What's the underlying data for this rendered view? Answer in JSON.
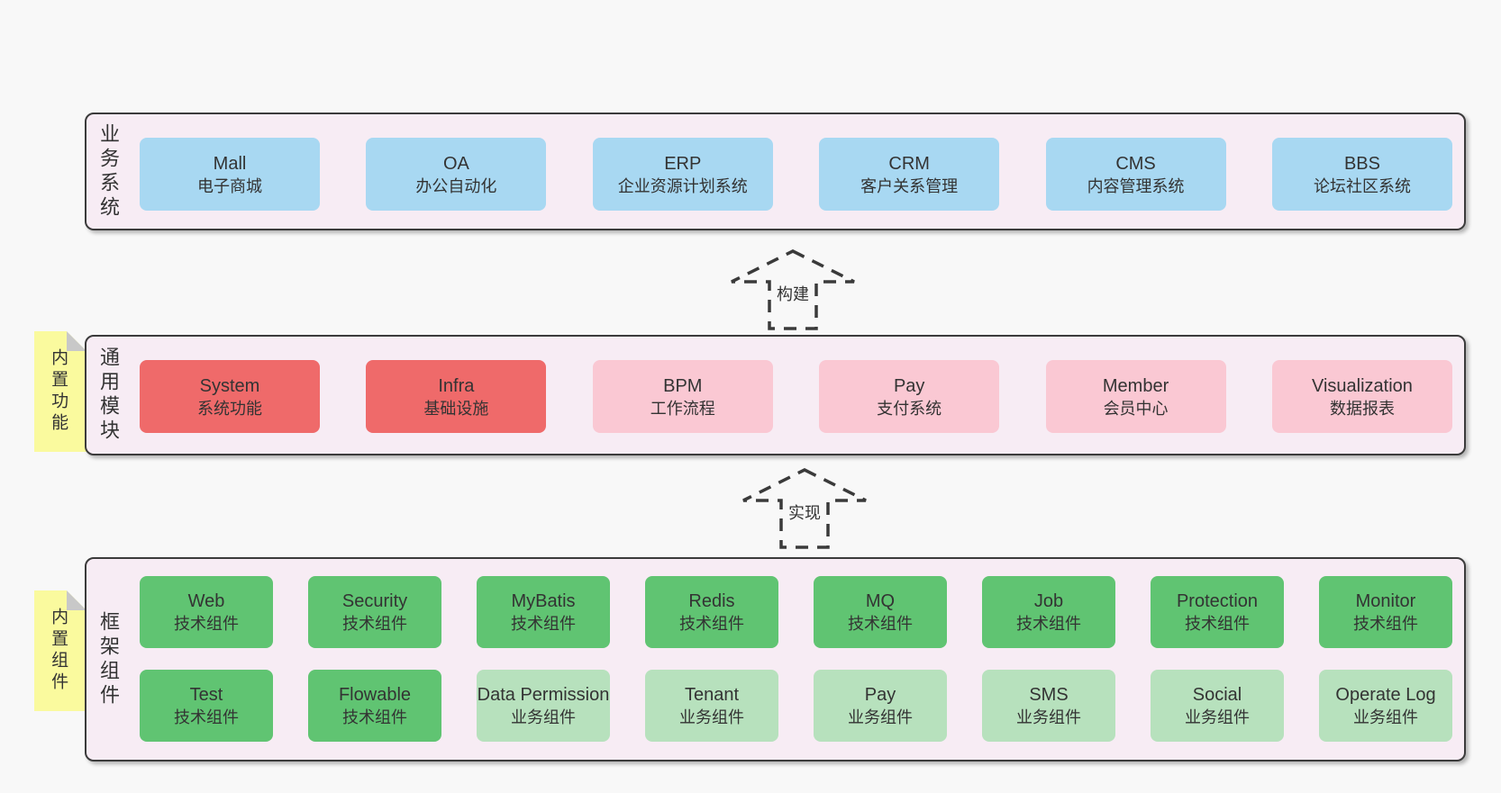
{
  "colors": {
    "page_bg": "#f8f8f8",
    "panel_bg": "#f7ecf4",
    "panel_border": "#3b3b3b",
    "blue_box": "#a8d8f2",
    "red_box": "#ef6a6a",
    "pink_box": "#fac8d3",
    "green_box": "#60c472",
    "lightgreen_box": "#b7e1bd",
    "note_yellow": "#fafa9e",
    "note_fold_gray": "#c8c8c8",
    "text": "#333333"
  },
  "arrows": [
    {
      "label": "构建"
    },
    {
      "label": "实现"
    }
  ],
  "layers": [
    {
      "label": "业务系统",
      "boxes": [
        {
          "en": "Mall",
          "zh": "电子商城"
        },
        {
          "en": "OA",
          "zh": "办公自动化"
        },
        {
          "en": "ERP",
          "zh": "企业资源计划系统"
        },
        {
          "en": "CRM",
          "zh": "客户关系管理"
        },
        {
          "en": "CMS",
          "zh": "内容管理系统"
        },
        {
          "en": "BBS",
          "zh": "论坛社区系统"
        }
      ]
    },
    {
      "label": "通用模块",
      "note": "内置功能",
      "boxes": [
        {
          "en": "System",
          "zh": "系统功能"
        },
        {
          "en": "Infra",
          "zh": "基础设施"
        },
        {
          "en": "BPM",
          "zh": "工作流程"
        },
        {
          "en": "Pay",
          "zh": "支付系统"
        },
        {
          "en": "Member",
          "zh": "会员中心"
        },
        {
          "en": "Visualization",
          "zh": "数据报表"
        }
      ]
    },
    {
      "label": "框架组件",
      "note": "内置组件",
      "rows": [
        {
          "boxes": [
            {
              "en": "Web",
              "zh": "技术组件"
            },
            {
              "en": "Security",
              "zh": "技术组件"
            },
            {
              "en": "MyBatis",
              "zh": "技术组件"
            },
            {
              "en": "Redis",
              "zh": "技术组件"
            },
            {
              "en": "MQ",
              "zh": "技术组件"
            },
            {
              "en": "Job",
              "zh": "技术组件"
            },
            {
              "en": "Protection",
              "zh": "技术组件"
            },
            {
              "en": "Monitor",
              "zh": "技术组件"
            }
          ]
        },
        {
          "boxes": [
            {
              "en": "Test",
              "zh": "技术组件"
            },
            {
              "en": "Flowable",
              "zh": "技术组件"
            },
            {
              "en": "Data Permission",
              "zh": "业务组件"
            },
            {
              "en": "Tenant",
              "zh": "业务组件"
            },
            {
              "en": "Pay",
              "zh": "业务组件"
            },
            {
              "en": "SMS",
              "zh": "业务组件"
            },
            {
              "en": "Social",
              "zh": "业务组件"
            },
            {
              "en": "Operate Log",
              "zh": "业务组件"
            }
          ]
        }
      ]
    }
  ]
}
